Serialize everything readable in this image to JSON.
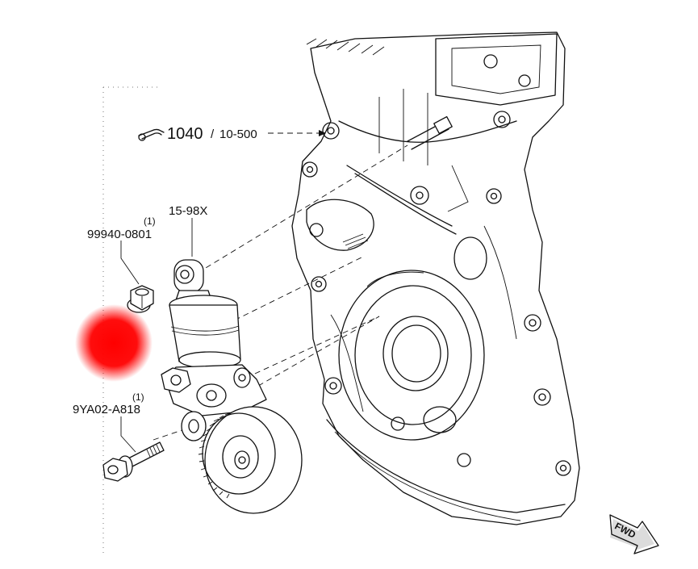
{
  "callouts": {
    "torque_value": "1040",
    "torque_sep": "/",
    "torque_ref": "10-500",
    "tensioner_part": "15-98X",
    "nut_qty": "(1)",
    "nut_part": "99940-0801",
    "bolt_qty": "(1)",
    "bolt_part": "9YA02-A818",
    "direction_label": "FWD"
  },
  "colors": {
    "marker": "#ff0000",
    "linework": "#111111"
  },
  "icons": {
    "torque": "wrench-torque-icon",
    "direction": "fwd-arrow-icon"
  }
}
